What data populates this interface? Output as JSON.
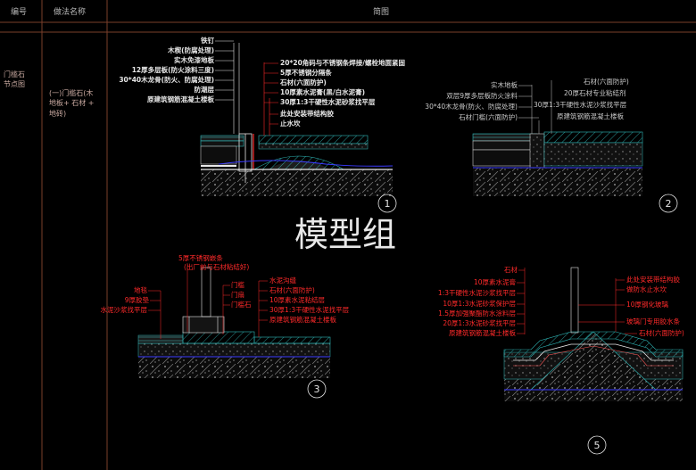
{
  "colors": {
    "background": "#000000",
    "frame": "#7a3f2a",
    "label_white": "#e6e6e6",
    "label_gray": "#c8c8c8",
    "label_red": "#ff2a2a",
    "concrete": "#9a9a9a",
    "hatch": "#2fb8b8",
    "waterproof": "#3a3aff"
  },
  "header": {
    "col_number": "编号",
    "col_method": "做法名称",
    "col_drawing": "简图"
  },
  "row": {
    "number_line1": "门槛石",
    "number_line2": "节点图",
    "method_line1": "(一)门槛石(木",
    "method_line2": "地板+ 石材 +",
    "method_line3": "地砖)"
  },
  "watermark": "模型组",
  "details": {
    "d1": {
      "number": "1",
      "left_labels": [
        "铁钉",
        "木楔(防腐处理)",
        "实木免漆地板",
        "12厚多层板(防火涂料三度)",
        "30*40木龙骨(防火、防腐处理)",
        "防潮层",
        "原建筑钢筋混凝土楼板"
      ],
      "right_labels": [
        "20*20角码与不锈钢条焊接/螺栓地面紧固",
        "5厚不锈钢分隔条",
        "石材(六面防护)",
        "10厚素水泥膏(黑/白水泥膏)",
        "30厚1:3干硬性水泥砂浆找平层"
      ],
      "note1": "此处安装带结构胶",
      "note2": "止水坎"
    },
    "d2": {
      "number": "2",
      "left_labels": [
        "实木地板",
        "双层9厚多层板防火涂料",
        "30*40木龙骨(防火、防腐处理)",
        "石材门槛(六面防护)"
      ],
      "right_labels": [
        "石材(六面防护)",
        "20厚石材专业粘结剂",
        "30厚1:3干硬性水泥沙浆找平层",
        "原建筑钢筋混凝土楼板"
      ]
    },
    "d3": {
      "number": "3",
      "top_labels": [
        "5厚不锈钢嵌条",
        "(出厂前与石材粘结好)"
      ],
      "left_labels": [
        "地毯",
        "9厚胶垫",
        "水泥沙浆找平层"
      ],
      "mid_labels": [
        "门槛",
        "门扇",
        "门槛石"
      ],
      "right_labels": [
        "水泥沟缝",
        "石材(六面防护)",
        "10厚素水泥粘结层",
        "30厚1:3干硬性水泥找平层",
        "原建筑钢筋混凝土楼板"
      ]
    },
    "d5": {
      "number": "5",
      "left_labels": [
        "石材",
        "10厚素水泥膏",
        "1:3干硬性水泥沙浆找平层",
        "10厚1:3水泥砂浆保护层",
        "1.5厚加强聚酯防水涂料层",
        "20厚1:3水泥砂浆找平层",
        "原建筑钢筋混凝土楼板"
      ],
      "right_labels": [
        "此处安装带结构胶",
        "做防水止水坎",
        "10厚钢化玻璃",
        "玻璃门专用胶水条",
        "石材(六面防护)"
      ]
    }
  }
}
